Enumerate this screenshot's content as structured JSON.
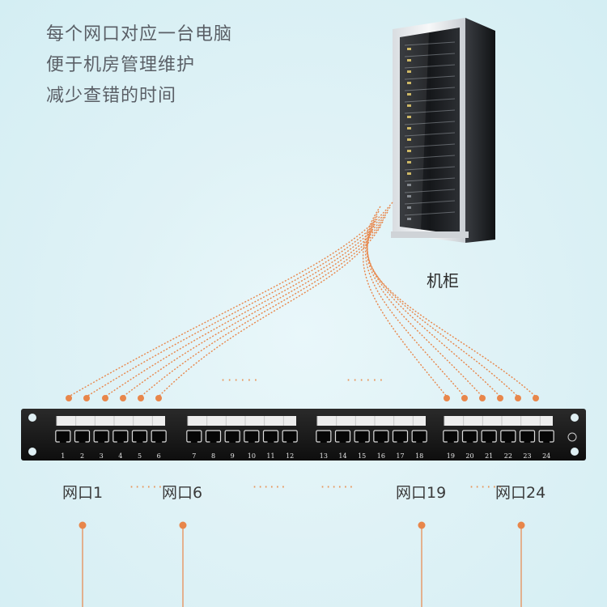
{
  "headline": [
    "每个网口对应一台电脑",
    "便于机房管理维护",
    "减少查错的时间"
  ],
  "cabinet_label": "机柜",
  "port_numbers": [
    "1",
    "2",
    "3",
    "4",
    "5",
    "6",
    "7",
    "8",
    "9",
    "10",
    "11",
    "12",
    "13",
    "14",
    "15",
    "16",
    "17",
    "18",
    "19",
    "20",
    "21",
    "22",
    "23",
    "24"
  ],
  "port_labels": [
    "网口1",
    "网口6",
    "网口19",
    "网口24"
  ],
  "ellipsis": "······",
  "colors": {
    "accent": "#e8864a",
    "panel": "#1b1b1b",
    "background": "#dff2f6"
  }
}
